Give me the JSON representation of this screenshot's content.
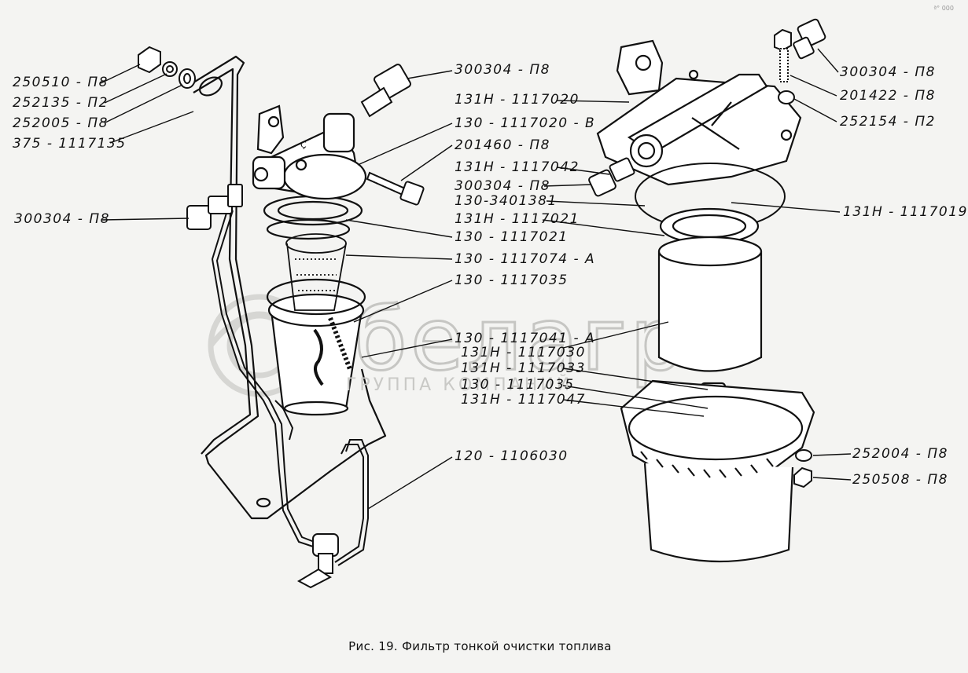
{
  "caption": "Рис. 19. Фильтр тонкой очистки топлива",
  "watermark": {
    "brand": "белагро",
    "subtitle": "ГРУППА КОМПАНИЙ"
  },
  "corner_mark": "ª° 000",
  "labels_left_group": [
    "250510 - П8",
    "252135 - П2",
    "252005 - П8",
    "375 - 1117135",
    "300304 - П8"
  ],
  "labels_center_group": [
    "300304 - П8",
    "130 - 1117020 - В",
    "201460 - П8",
    "130 - 1117021",
    "130 - 1117074 - А",
    "130 - 1117035",
    "130 - 1117041 - А",
    "120 - 1106030"
  ],
  "labels_right_filter": [
    "131Н - 1117020",
    "131Н - 1117042",
    "300304 - П8",
    "130-3401381",
    "131Н - 1117021",
    "131Н - 1117030",
    "131Н - 1117033",
    "130 - 1117035",
    "131Н - 1117047"
  ],
  "labels_far_right": [
    "300304 - П8",
    "201422 - П8",
    "252154 - П2",
    "131Н - 1117019",
    "252004 - П8",
    "250508 - П8"
  ],
  "colors": {
    "ink": "#111111",
    "paper": "#f4f4f2",
    "watermark": "#c9c9c6"
  }
}
